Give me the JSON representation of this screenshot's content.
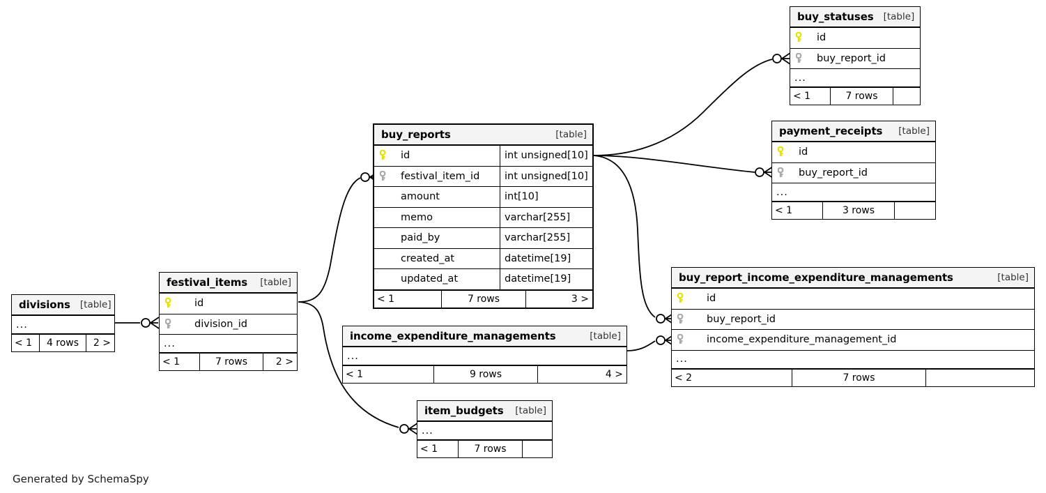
{
  "diagram": {
    "title": "SchemaSpy relationships diagram",
    "credit": "Generated by SchemaSpy",
    "kind_label": "[table]",
    "ellipsis": "...",
    "colors": {
      "primary_key_icon": "#e3e300",
      "foreign_key_icon": "#a9a9a9",
      "table_header_bg": "#f4f4f4",
      "border": "#000000",
      "background": "#ffffff"
    }
  },
  "tables": {
    "buy_statuses": {
      "name": "buy_statuses",
      "kind": "[table]",
      "columns": [
        {
          "name": "id",
          "key": "primary",
          "type": ""
        },
        {
          "name": "buy_report_id",
          "key": "foreign",
          "type": ""
        }
      ],
      "has_more": true,
      "footer": {
        "left": "< 1",
        "middle": "7 rows",
        "right": ""
      }
    },
    "payment_receipts": {
      "name": "payment_receipts",
      "kind": "[table]",
      "columns": [
        {
          "name": "id",
          "key": "primary",
          "type": ""
        },
        {
          "name": "buy_report_id",
          "key": "foreign",
          "type": ""
        }
      ],
      "has_more": true,
      "footer": {
        "left": "< 1",
        "middle": "3 rows",
        "right": ""
      }
    },
    "buy_reports": {
      "name": "buy_reports",
      "kind": "[table]",
      "columns": [
        {
          "name": "id",
          "key": "primary",
          "type": "int unsigned[10]"
        },
        {
          "name": "festival_item_id",
          "key": "foreign",
          "type": "int unsigned[10]"
        },
        {
          "name": "amount",
          "key": "none",
          "type": "int[10]"
        },
        {
          "name": "memo",
          "key": "none",
          "type": "varchar[255]"
        },
        {
          "name": "paid_by",
          "key": "none",
          "type": "varchar[255]"
        },
        {
          "name": "created_at",
          "key": "none",
          "type": "datetime[19]"
        },
        {
          "name": "updated_at",
          "key": "none",
          "type": "datetime[19]"
        }
      ],
      "has_more": false,
      "footer": {
        "left": "< 1",
        "middle": "7 rows",
        "right": "3 >"
      }
    },
    "buy_report_income_expenditure_managements": {
      "name": "buy_report_income_expenditure_managements",
      "kind": "[table]",
      "columns": [
        {
          "name": "id",
          "key": "primary",
          "type": ""
        },
        {
          "name": "buy_report_id",
          "key": "foreign",
          "type": ""
        },
        {
          "name": "income_expenditure_management_id",
          "key": "foreign",
          "type": ""
        }
      ],
      "has_more": true,
      "footer": {
        "left": "< 2",
        "middle": "7 rows",
        "right": ""
      }
    },
    "income_expenditure_managements": {
      "name": "income_expenditure_managements",
      "kind": "[table]",
      "columns": [],
      "has_more": true,
      "footer": {
        "left": "< 1",
        "middle": "9 rows",
        "right": "4 >"
      }
    },
    "festival_items": {
      "name": "festival_items",
      "kind": "[table]",
      "columns": [
        {
          "name": "id",
          "key": "primary",
          "type": ""
        },
        {
          "name": "division_id",
          "key": "foreign",
          "type": ""
        }
      ],
      "has_more": true,
      "footer": {
        "left": "< 1",
        "middle": "7 rows",
        "right": "2 >"
      }
    },
    "divisions": {
      "name": "divisions",
      "kind": "[table]",
      "columns": [],
      "has_more": true,
      "footer": {
        "left": "< 1",
        "middle": "4 rows",
        "right": "2 >"
      }
    },
    "item_budgets": {
      "name": "item_budgets",
      "kind": "[table]",
      "columns": [],
      "has_more": true,
      "footer": {
        "left": "< 1",
        "middle": "7 rows",
        "right": ""
      }
    }
  },
  "relationships": [
    {
      "from": "buy_reports.id",
      "to": "buy_statuses.buy_report_id"
    },
    {
      "from": "buy_reports.id",
      "to": "payment_receipts.buy_report_id"
    },
    {
      "from": "buy_reports.id",
      "to": "buy_report_income_expenditure_managements.buy_report_id"
    },
    {
      "from": "income_expenditure_managements",
      "to": "buy_report_income_expenditure_managements.income_expenditure_management_id"
    },
    {
      "from": "festival_items.id",
      "to": "buy_reports.festival_item_id"
    },
    {
      "from": "festival_items.id",
      "to": "item_budgets"
    },
    {
      "from": "divisions",
      "to": "festival_items.division_id"
    }
  ]
}
